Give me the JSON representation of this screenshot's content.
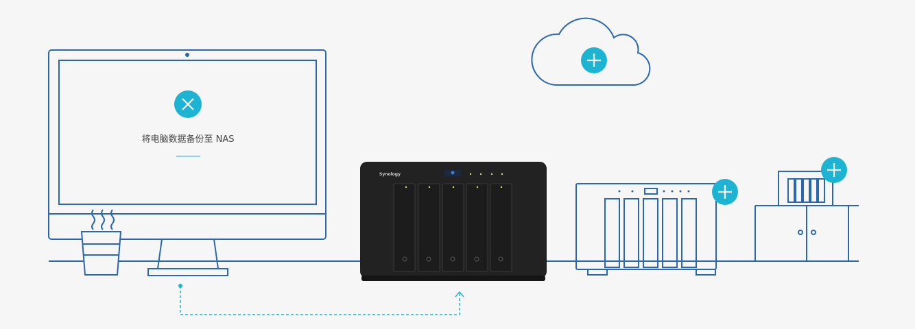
{
  "monitor": {
    "caption": "将电脑数据备份至 NAS",
    "status_icon": "close-icon"
  },
  "nas": {
    "brand": "Synology"
  },
  "targets": [
    {
      "name": "cloud",
      "icon": "plus-icon"
    },
    {
      "name": "expansion-unit",
      "icon": "plus-icon"
    },
    {
      "name": "second-nas",
      "icon": "plus-icon"
    }
  ],
  "colors": {
    "line": "#2a67b1",
    "accent": "#1db4d3",
    "background": "#f6f6f6"
  }
}
